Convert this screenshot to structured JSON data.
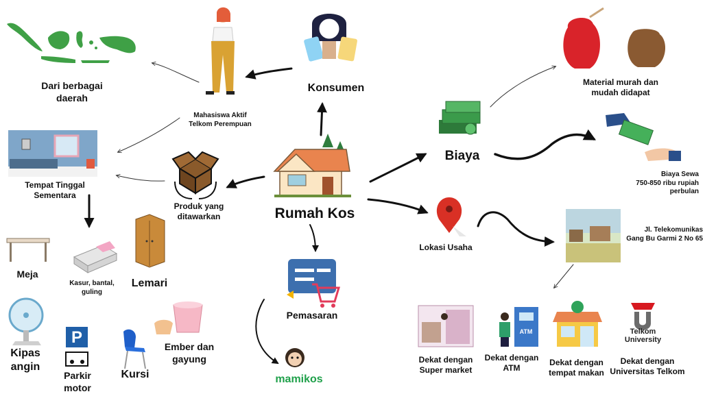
{
  "central": {
    "label": "Rumah Kos"
  },
  "konsumen": {
    "label": "Konsumen",
    "segment": "Mahasiswa Aktif\nTelkom Perempuan",
    "origin": "Dari berbagai\ndaerah"
  },
  "produk": {
    "label": "Produk yang\nditawarkan",
    "type": "Tempat Tinggal\nSementara",
    "fasilitas": [
      {
        "label": "Meja"
      },
      {
        "label": "Kasur, bantal,\nguling"
      },
      {
        "label": "Lemari"
      },
      {
        "label": "Kipas\nangin"
      },
      {
        "label": "Parkir\nmotor"
      },
      {
        "label": "Kursi"
      },
      {
        "label": "Ember dan\ngayung"
      }
    ]
  },
  "pemasaran": {
    "label": "Pemasaran",
    "platform": "mamikos"
  },
  "biaya": {
    "label": "Biaya",
    "material": "Material murah dan\nmudah didapat",
    "sewa": "Biaya Sewa\n750-850 ribu rupiah\nperbulan"
  },
  "lokasi": {
    "label": "Lokasi Usaha",
    "alamat": "Jl. Telekomunikas\nGang Bu Garmi 2 No 65",
    "dekat": [
      {
        "label": "Dekat dengan\nSuper market"
      },
      {
        "label": "Dekat dengan\nATM"
      },
      {
        "label": "Dekat dengan\ntempat makan"
      },
      {
        "label": "Dekat dengan\nUniversitas Telkom"
      }
    ],
    "telkom_logo": "Telkom\nUniversity",
    "atm_sign": "ATM"
  },
  "parking_sign": "P",
  "colors": {
    "mamikos_green": "#1fa04a",
    "roof": "#e9844e",
    "money": "#3b9b4b",
    "pin": "#d93025",
    "cart": "#e23b5a",
    "telkom_red": "#d71920"
  }
}
